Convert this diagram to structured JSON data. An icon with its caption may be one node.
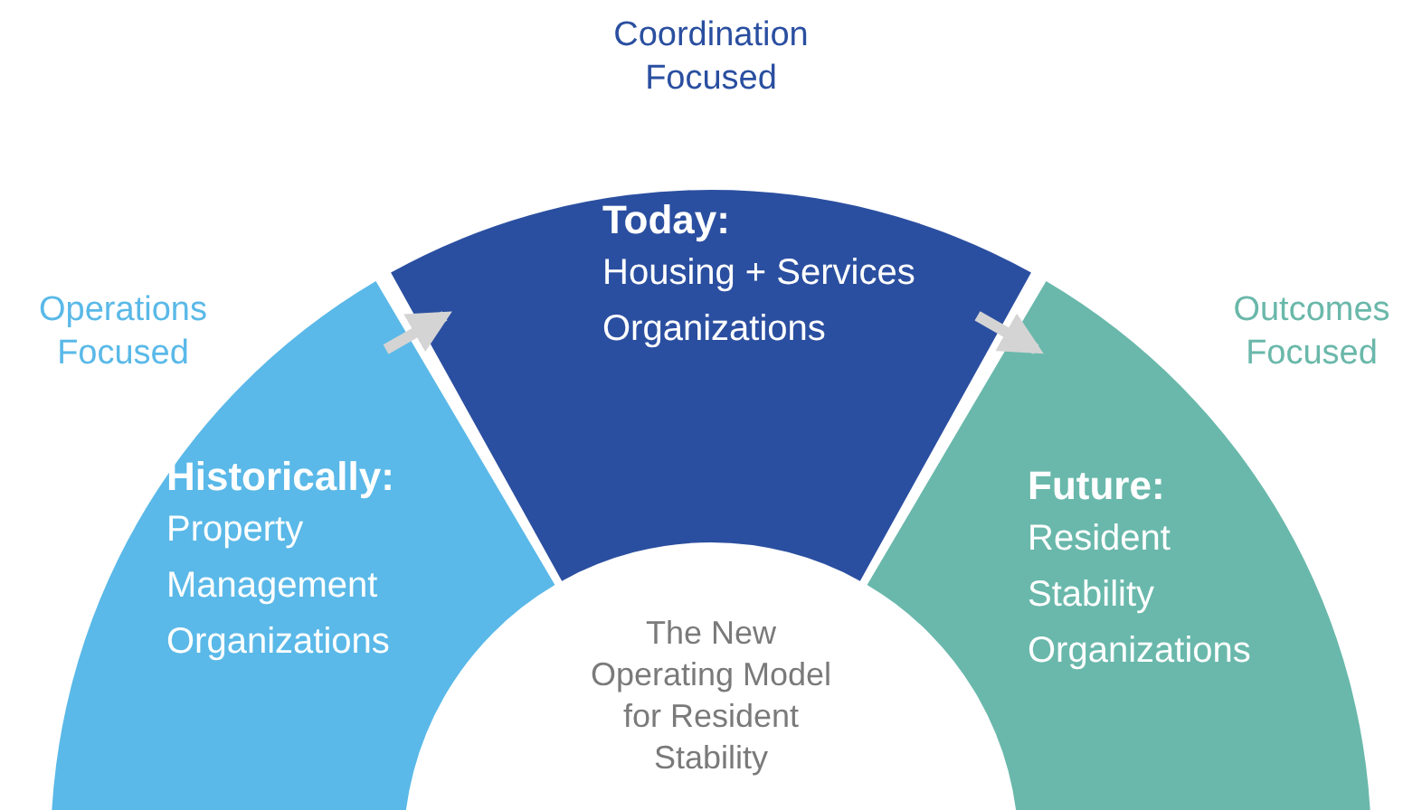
{
  "diagram": {
    "nodes": [
      {
        "text": [
          "Historically:",
          "Property Management Organizations"
        ],
        "beside": [
          "Operations Focused"
        ]
      },
      {
        "text": [
          "Today:",
          "Housing + Services Organizations"
        ],
        "beside": [
          "Coordination Focused"
        ]
      },
      {
        "text": [
          "Future:",
          "Resident Stability Organizations"
        ],
        "beside": [
          "Outcomes Focused"
        ]
      },
      {
        "text": [
          "The New Operating Model for Resident Stability"
        ]
      }
    ],
    "edges": [
      {
        "from": 0,
        "to": 1,
        "arrow": "to"
      },
      {
        "from": 1,
        "to": 2,
        "arrow": "to"
      }
    ]
  }
}
